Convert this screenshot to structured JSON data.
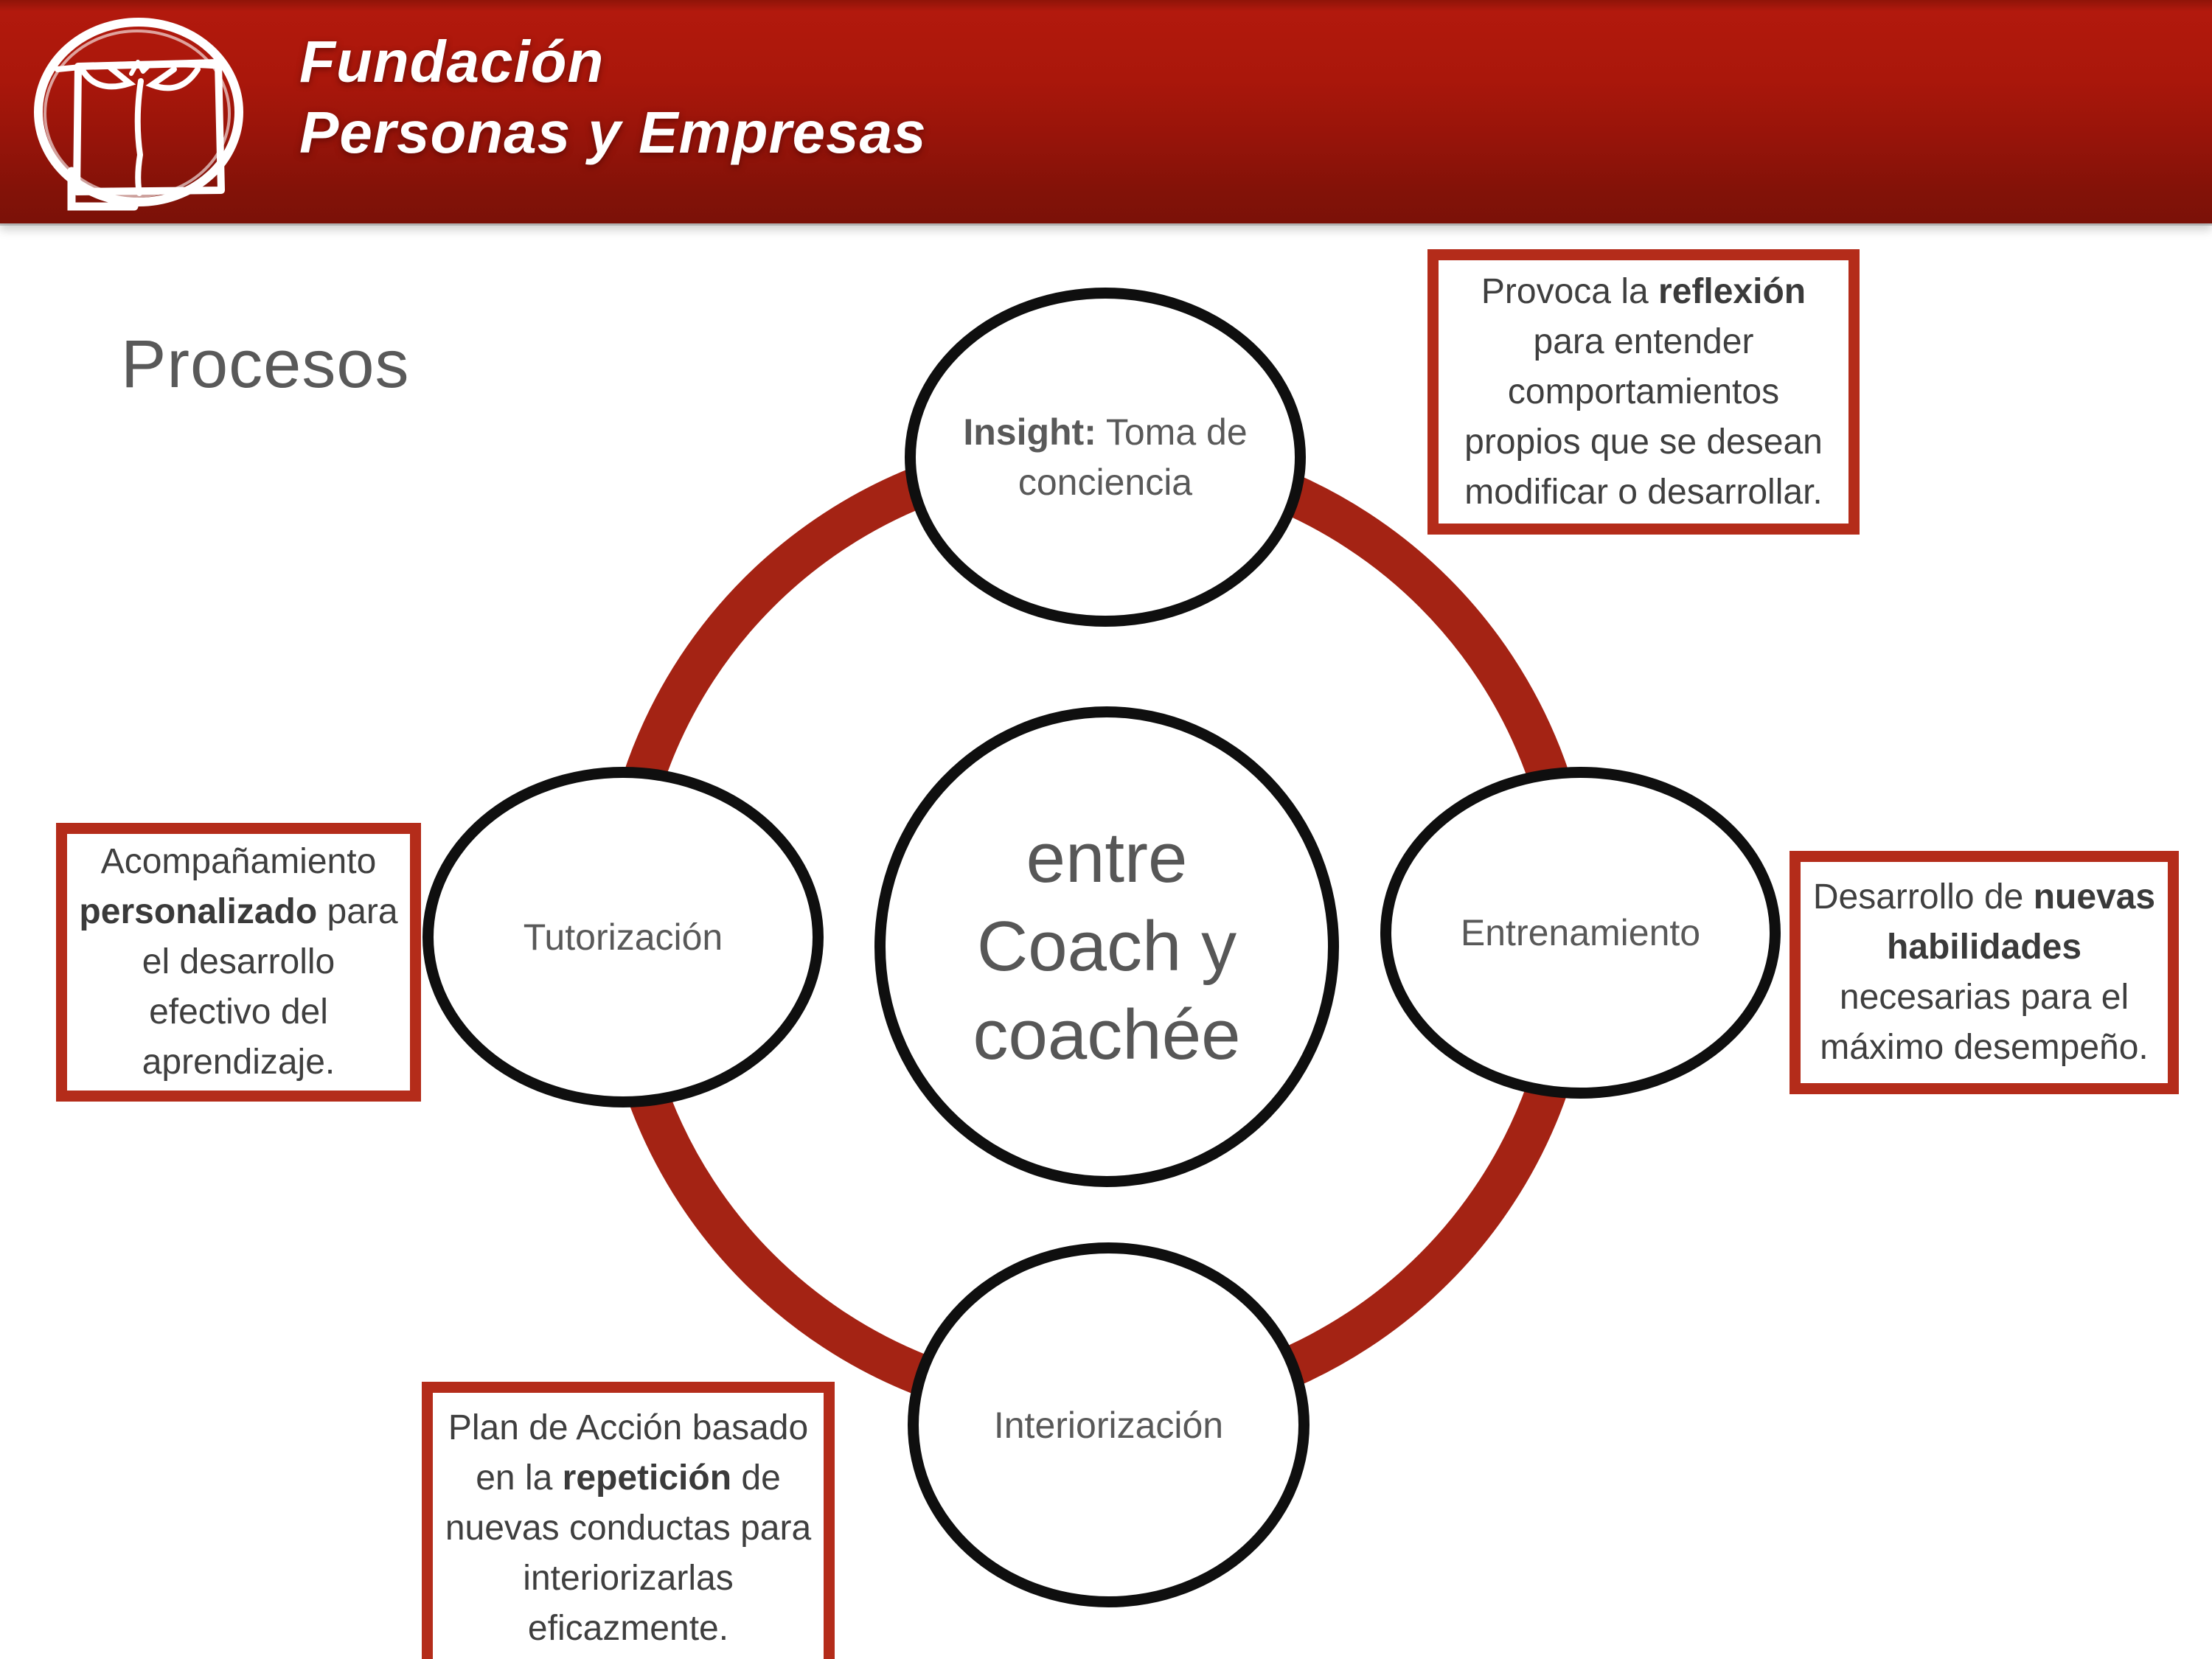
{
  "colors": {
    "header_red_top": "#b2190d",
    "header_red_bottom": "#7b1108",
    "ring_red": "#a42314",
    "callout_border_red": "#b42c1a",
    "node_border_black": "#0f0f0f",
    "label_gray": "#595959",
    "callout_text_gray": "#3f3f3f",
    "brand_text": "#ffffff"
  },
  "header": {
    "logo_icon": "vitruvian-figure-cube-logo",
    "brand_line1": "Fundación",
    "brand_line2": "Personas y Empresas"
  },
  "slide": {
    "title": "Procesos"
  },
  "diagram": {
    "center_circle": {
      "text": "entre\nCoach y\ncoachée"
    },
    "nodes": {
      "insight": {
        "rich": [
          {
            "text": "Insight:",
            "bold": true
          },
          {
            "text": " Toma de\nconciencia"
          }
        ]
      },
      "entrenamiento": {
        "label": "Entrenamiento"
      },
      "interiorizacion": {
        "label": "Interiorización"
      },
      "tutorizacion": {
        "label": "Tutorización"
      }
    },
    "callouts": {
      "insight": {
        "rich": [
          {
            "text": "Provoca la "
          },
          {
            "text": "reflexión",
            "bold": true
          },
          {
            "text": "\npara entender\ncomportamientos\npropios que se desean\nmodificar o desarrollar."
          }
        ]
      },
      "tutorizacion": {
        "rich": [
          {
            "text": "Acompañamiento\n"
          },
          {
            "text": "personalizado",
            "bold": true
          },
          {
            "text": " para\nel desarrollo\nefectivo del\naprendizaje."
          }
        ]
      },
      "entrenamiento": {
        "rich": [
          {
            "text": "Desarrollo de "
          },
          {
            "text": "nuevas\nhabilidades",
            "bold": true
          },
          {
            "text": "\nnecesarias para el\nmáximo desempeño."
          }
        ]
      },
      "interiorizacion": {
        "rich": [
          {
            "text": "Plan de Acción basado\nen la "
          },
          {
            "text": "repetición",
            "bold": true
          },
          {
            "text": " de\nnuevas conductas para\ninteriorizarlas\neficazmente."
          }
        ]
      }
    }
  }
}
